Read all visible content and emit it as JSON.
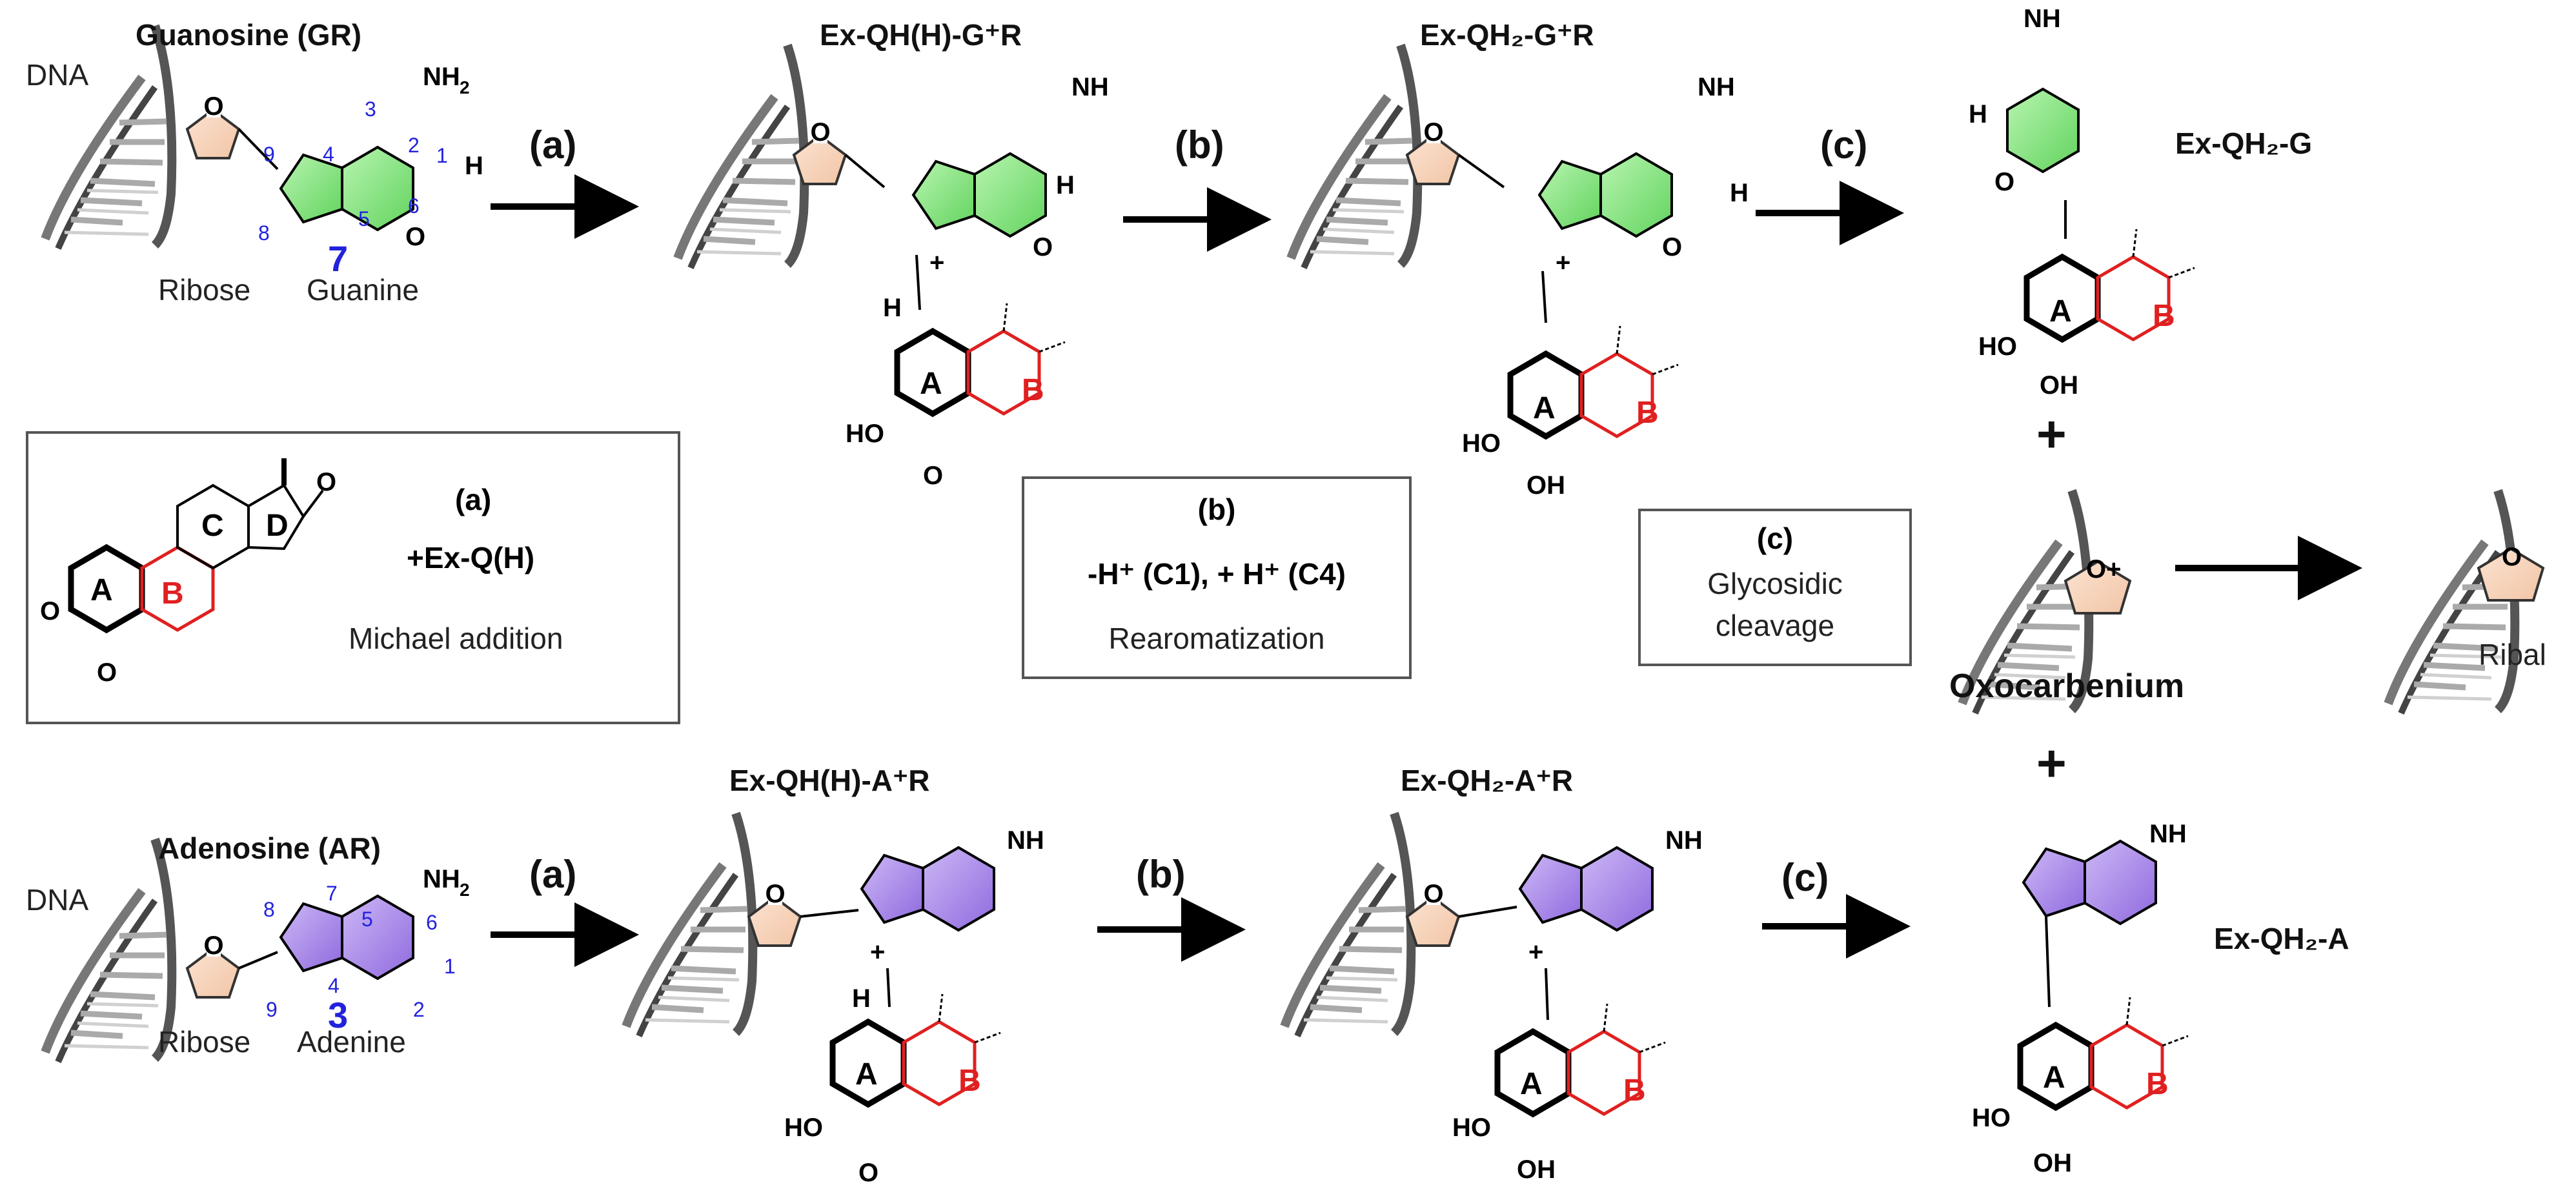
{
  "guanosine_row": {
    "dna_label": "DNA",
    "title": "Guanosine (GR)",
    "ribose_label": "Ribose",
    "base_label": "Guanine",
    "nh2": "NH",
    "nh2_sub": "2",
    "atoms": {
      "N": "N",
      "H": "H",
      "O": "O"
    },
    "positions": [
      "9",
      "4",
      "3",
      "2",
      "1",
      "8",
      "5",
      "6"
    ],
    "n7_label": "7",
    "step_a": "(a)",
    "step_b": "(b)",
    "step_c": "(c)",
    "intermediate1": "Ex-QH(H)-G⁺R",
    "intermediate2": "Ex-QH₂-G⁺R",
    "product": "Ex-QH₂-G"
  },
  "adenosine_row": {
    "dna_label": "DNA",
    "title": "Adenosine (AR)",
    "ribose_label": "Ribose",
    "base_label": "Adenine",
    "positions": [
      "7",
      "8",
      "5",
      "6",
      "9",
      "4",
      "1",
      "2"
    ],
    "n3_label": "3",
    "intermediate1": "Ex-QH(H)-A⁺R",
    "intermediate2": "Ex-QH₂-A⁺R",
    "product": "Ex-QH₂-A"
  },
  "ring_labels": {
    "A": "A",
    "B": "B",
    "C": "C",
    "D": "D"
  },
  "ho": "HO",
  "oh": "OH",
  "plus": "+",
  "box_a": {
    "step": "(a)",
    "reagent": "+Ex-Q(H)",
    "reaction": "Michael addition"
  },
  "box_b": {
    "step": "(b)",
    "line1": "-H⁺ (C1), + H⁺ (C4)",
    "line2": "Rearomatization"
  },
  "box_c": {
    "step": "(c)",
    "line1": "Glycosidic",
    "line2": "cleavage"
  },
  "oxocarbenium_label": "Oxocarbenium",
  "ribal_label": "Ribal",
  "o_plus": "O+",
  "o": "O",
  "colors": {
    "guanine_fill": "#7de07d",
    "adenine_fill": "#a98ae6",
    "ribose_stroke": "#e8a880",
    "ring_b_stroke": "#e02020",
    "number_blue": "#2222dd"
  }
}
